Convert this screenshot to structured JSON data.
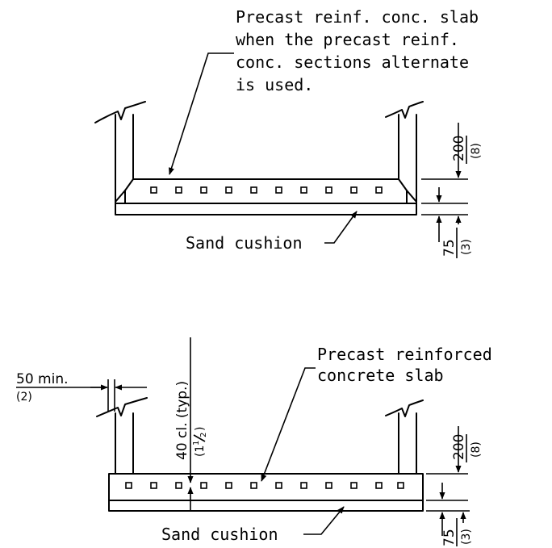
{
  "top_detail": {
    "note_lines": [
      "Precast reinf. conc. slab",
      "when the precast reinf.",
      "conc. sections alternate",
      "is used."
    ],
    "sand_cushion": "Sand cushion",
    "dim_slab": "200",
    "dim_slab_in": "(8)",
    "dim_sand": "75",
    "dim_sand_in": "(3)"
  },
  "bottom_detail": {
    "note_lines": [
      "Precast reinforced",
      "concrete slab"
    ],
    "min_dim": "50 min.",
    "min_dim_in": "(2)",
    "clear_dim": "40 cl. (typ.)",
    "clear_dim_in_open": "(1",
    "clear_dim_in_num": "1",
    "clear_dim_in_den": "2",
    "clear_dim_in_close": ")",
    "sand_cushion": "Sand cushion",
    "dim_slab": "200",
    "dim_slab_in": "(8)",
    "dim_sand": "75",
    "dim_sand_in": "(3)"
  }
}
